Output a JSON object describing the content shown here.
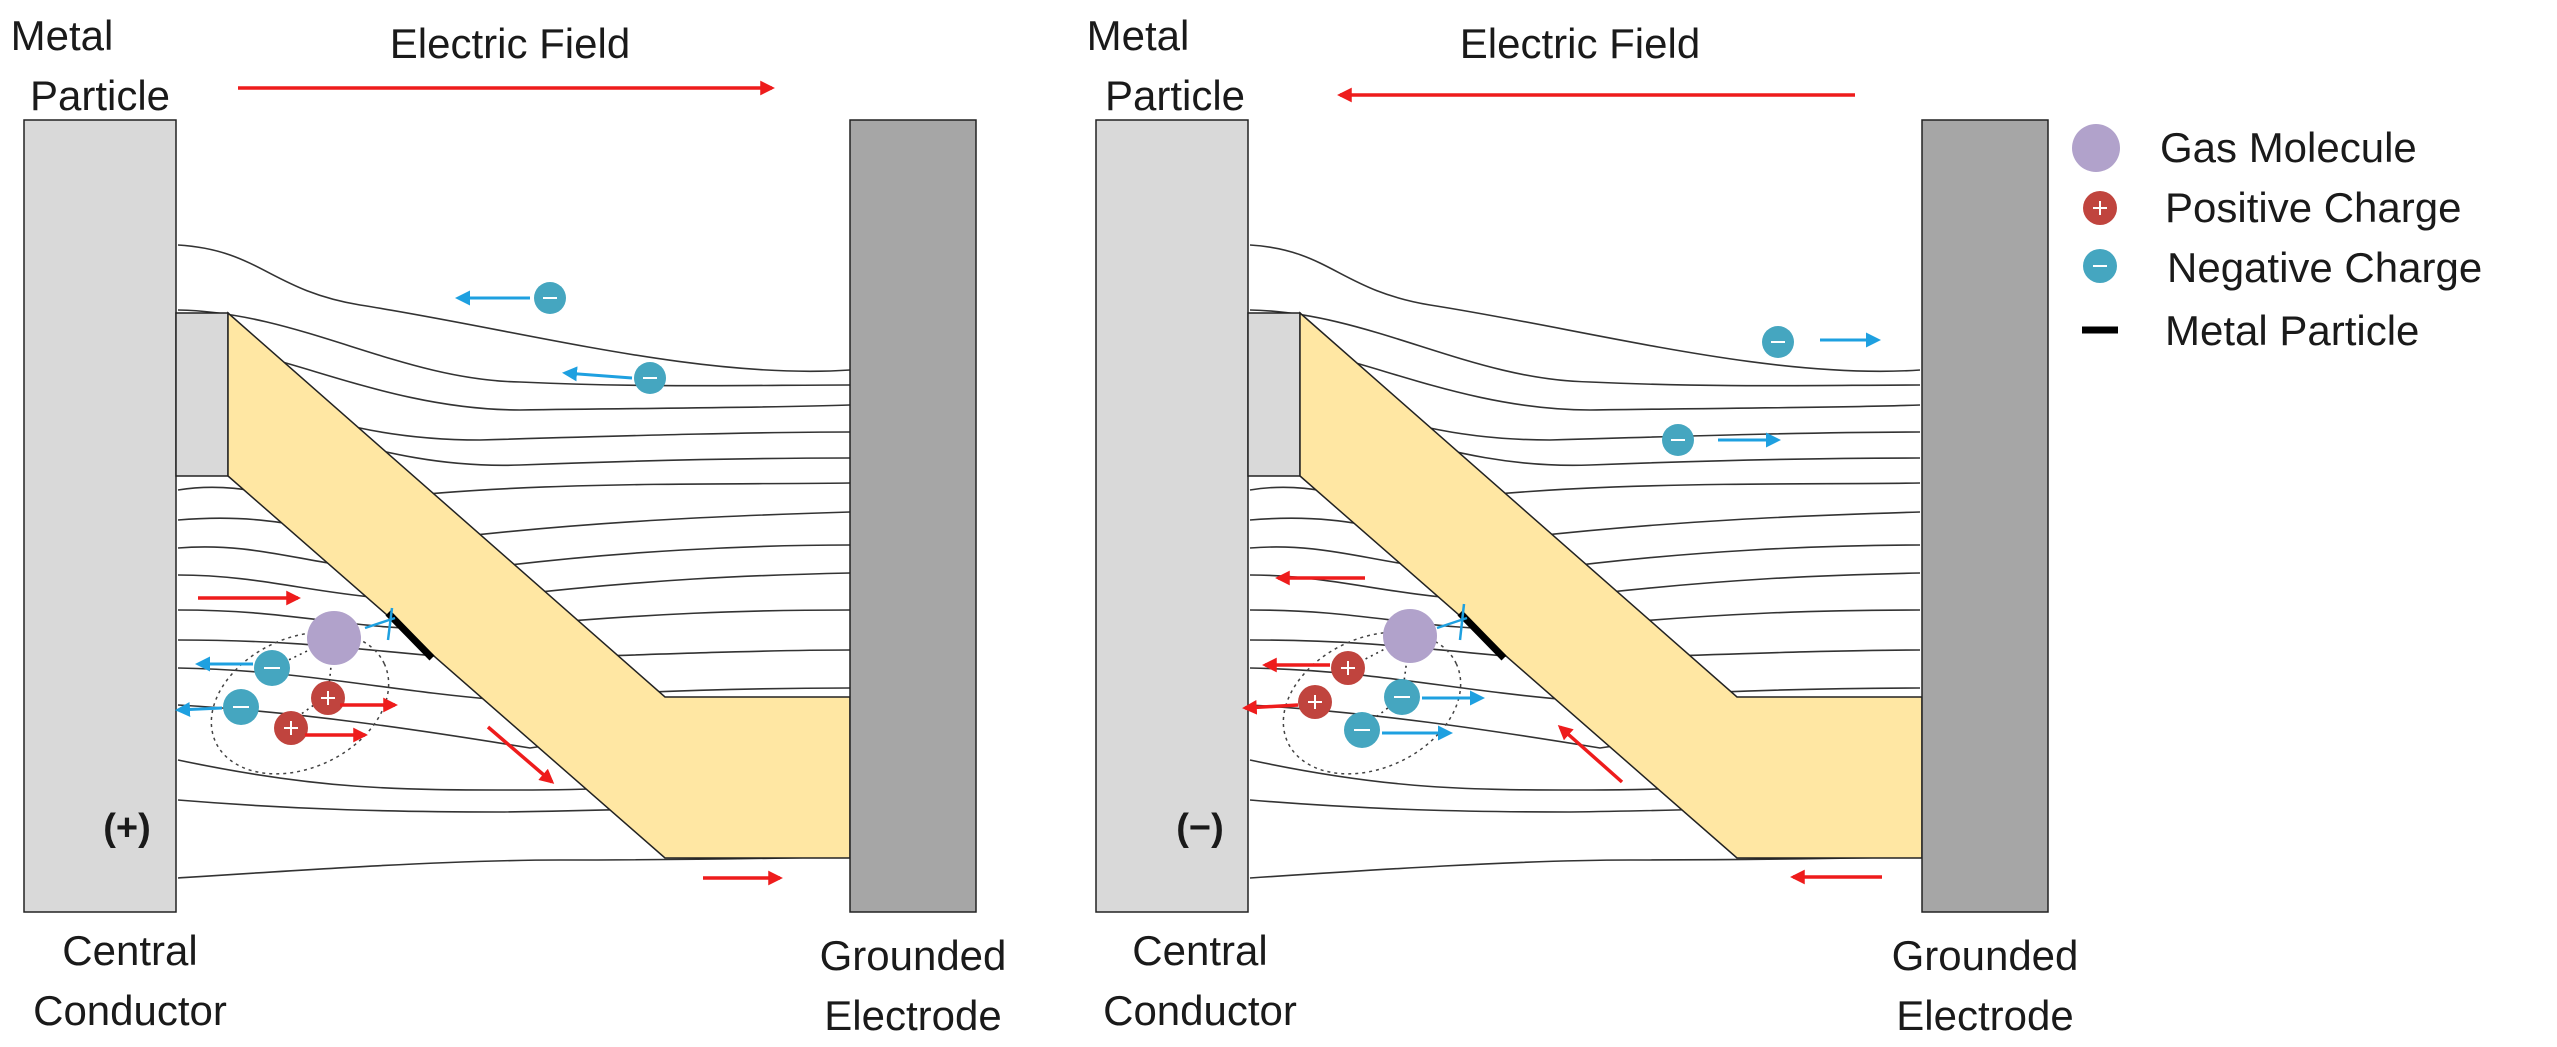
{
  "panels": [
    {
      "id": "left",
      "metal_particle_label": [
        "Metal",
        "Particle"
      ],
      "electric_field_label": "Electric Field",
      "field_direction": "right",
      "polarity_label": "(+)",
      "central_conductor_label": [
        "Central",
        "Conductor"
      ],
      "grounded_electrode_label": [
        "Grounded",
        "Electrode"
      ]
    },
    {
      "id": "right",
      "metal_particle_label": [
        "Metal",
        "Particle"
      ],
      "electric_field_label": "Electric Field",
      "field_direction": "left",
      "polarity_label": "(−)",
      "central_conductor_label": [
        "Central",
        "Conductor"
      ],
      "grounded_electrode_label": [
        "Grounded",
        "Electrode"
      ]
    }
  ],
  "legend": {
    "items": [
      {
        "label": "Gas Molecule",
        "symbol": "gas-molecule-icon"
      },
      {
        "label": "Positive Charge",
        "symbol": "positive-charge-icon"
      },
      {
        "label": "Negative Charge",
        "symbol": "negative-charge-icon"
      },
      {
        "label": "Metal Particle",
        "symbol": "metal-particle-icon"
      }
    ]
  },
  "colors": {
    "field_arrow": "#ee1c1c",
    "negative_charge": "#45a6c0",
    "negative_arrow": "#1ea0e0",
    "positive_charge": "#c0443e",
    "gas_molecule": "#b1a2cb",
    "insulator": "#ffe7a3",
    "central_conductor": "#d9d9d9",
    "grounded_electrode": "#a6a6a6",
    "metal_particle": "#000000"
  }
}
